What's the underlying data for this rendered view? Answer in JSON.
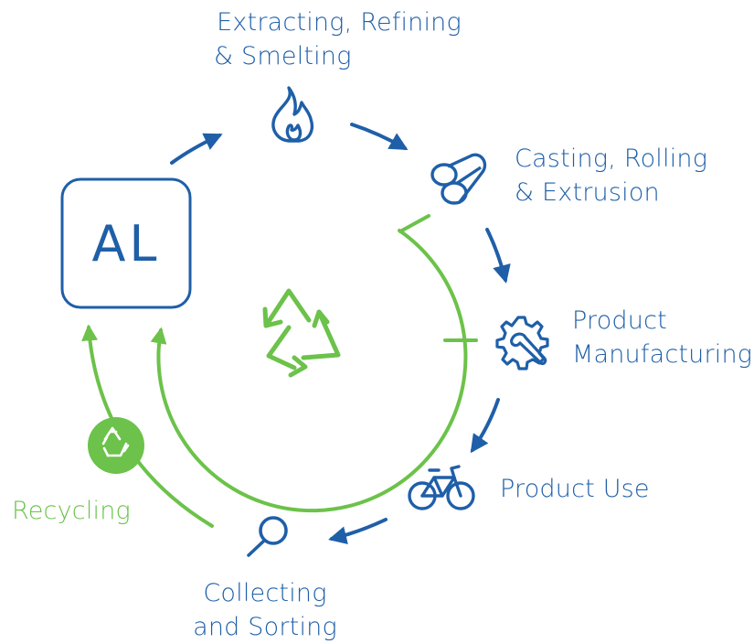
{
  "diagram": {
    "element_symbol": "AL",
    "stages": [
      {
        "id": "extracting",
        "line1": "Extracting, Refining",
        "line2": "& Smelting",
        "icon": "flame-icon"
      },
      {
        "id": "casting",
        "line1": "Casting, Rolling",
        "line2": "& Extrusion",
        "icon": "ingot-rolls-icon"
      },
      {
        "id": "manufacturing",
        "line1": "Product",
        "line2": "Manufacturing",
        "icon": "gear-wrench-icon"
      },
      {
        "id": "use",
        "line1": "Product Use",
        "icon": "bicycle-icon"
      },
      {
        "id": "collecting",
        "line1": "Collecting",
        "line2": "and Sorting",
        "icon": "magnifier-icon"
      }
    ],
    "recycling_label": "Recycling",
    "center_icon": "recycle-icon",
    "colors": {
      "primary": "#1f5fa8",
      "recycle": "#6cc24a"
    }
  }
}
